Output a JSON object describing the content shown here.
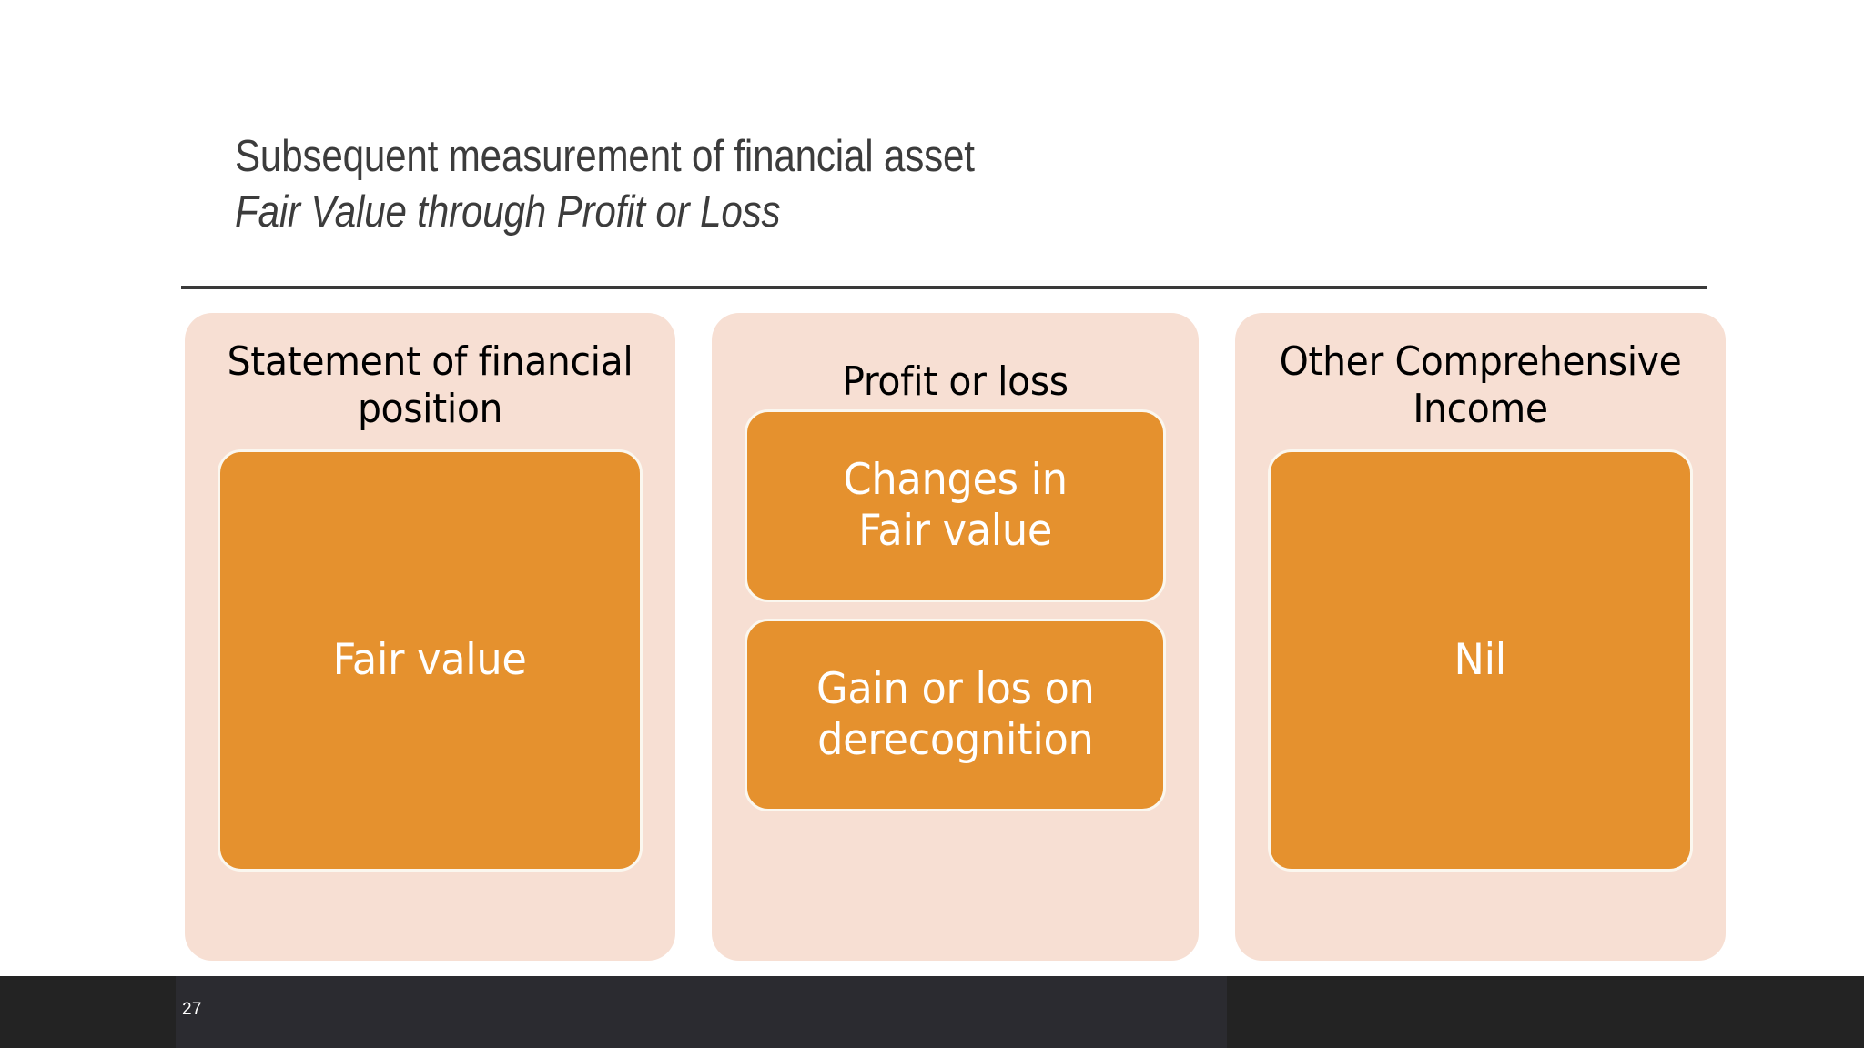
{
  "slide": {
    "title_main": "Subsequent measurement of financial asset",
    "title_sub": "Fair Value through Profit or Loss",
    "page_number": "27",
    "colors": {
      "card_background": "#F7DFD3",
      "box_fill": "#E5912E",
      "box_border": "#FBF7EF",
      "box_text": "#FFFFFF",
      "title_text": "#3C3C3C",
      "heading_text": "#000000",
      "rule": "#3A3A3A",
      "footer": "#232323",
      "slide_background": "#FFFFFF"
    }
  },
  "columns": [
    {
      "heading": "Statement of financial position",
      "boxes": [
        {
          "label": "Fair value"
        }
      ]
    },
    {
      "heading": "Profit or loss",
      "boxes": [
        {
          "label": "Changes in\nFair value"
        },
        {
          "label": "Gain or los on\nderecognition"
        }
      ]
    },
    {
      "heading": "Other Comprehensive Income",
      "boxes": [
        {
          "label": "Nil"
        }
      ]
    }
  ]
}
